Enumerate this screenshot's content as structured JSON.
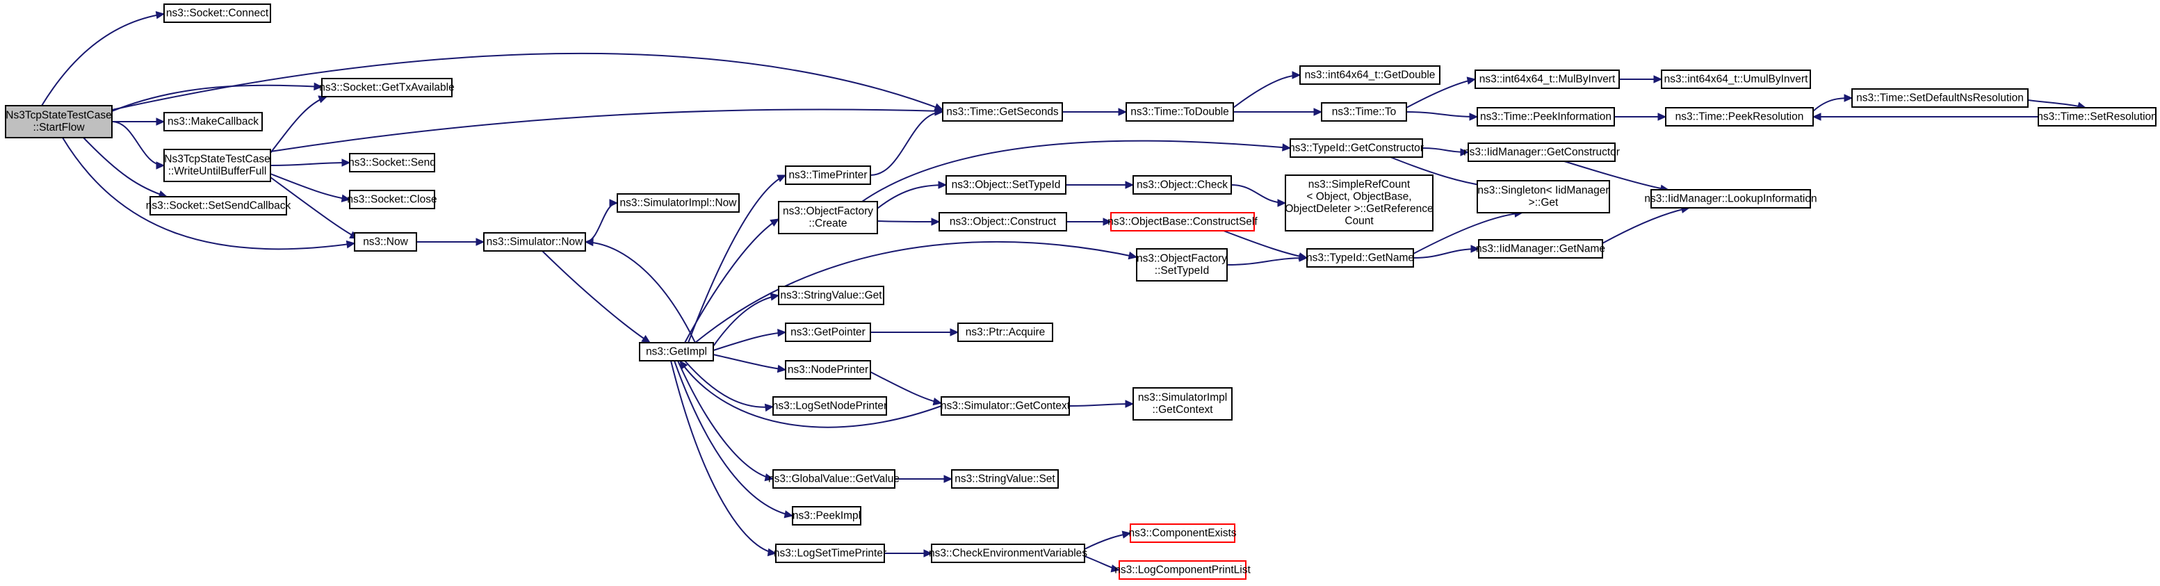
{
  "nodes": [
    {
      "id": "startflow",
      "lines": [
        "Ns3TcpStateTestCase",
        "::StartFlow"
      ],
      "style": "root"
    },
    {
      "id": "connect",
      "lines": [
        "ns3::Socket::Connect"
      ],
      "style": "normal"
    },
    {
      "id": "gettxavailable",
      "lines": [
        "ns3::Socket::GetTxAvailable"
      ],
      "style": "normal"
    },
    {
      "id": "makecallback",
      "lines": [
        "ns3::MakeCallback"
      ],
      "style": "normal"
    },
    {
      "id": "writeuntil",
      "lines": [
        "Ns3TcpStateTestCase",
        "::WriteUntilBufferFull"
      ],
      "style": "normal"
    },
    {
      "id": "send",
      "lines": [
        "ns3::Socket::Send"
      ],
      "style": "normal"
    },
    {
      "id": "close",
      "lines": [
        "ns3::Socket::Close"
      ],
      "style": "normal"
    },
    {
      "id": "setsendcallback",
      "lines": [
        "ns3::Socket::SetSendCallback"
      ],
      "style": "normal"
    },
    {
      "id": "now",
      "lines": [
        "ns3::Now"
      ],
      "style": "normal"
    },
    {
      "id": "simnow",
      "lines": [
        "ns3::Simulator::Now"
      ],
      "style": "normal"
    },
    {
      "id": "simimplnow",
      "lines": [
        "ns3::SimulatorImpl::Now"
      ],
      "style": "normal"
    },
    {
      "id": "getimpl",
      "lines": [
        "ns3::GetImpl"
      ],
      "style": "normal"
    },
    {
      "id": "timeprinter",
      "lines": [
        "ns3::TimePrinter"
      ],
      "style": "normal"
    },
    {
      "id": "ofcreate",
      "lines": [
        "ns3::ObjectFactory",
        "::Create"
      ],
      "style": "normal"
    },
    {
      "id": "stringget",
      "lines": [
        "ns3::StringValue::Get"
      ],
      "style": "normal"
    },
    {
      "id": "getpointer",
      "lines": [
        "ns3::GetPointer"
      ],
      "style": "normal"
    },
    {
      "id": "nodeprinter",
      "lines": [
        "ns3::NodePrinter"
      ],
      "style": "normal"
    },
    {
      "id": "logsetnodeprinter",
      "lines": [
        "ns3::LogSetNodePrinter"
      ],
      "style": "normal"
    },
    {
      "id": "gvgetvalue",
      "lines": [
        "ns3::GlobalValue::GetValue"
      ],
      "style": "normal"
    },
    {
      "id": "peekimpl",
      "lines": [
        "ns3::PeekImpl"
      ],
      "style": "normal"
    },
    {
      "id": "logsettimeprinter",
      "lines": [
        "ns3::LogSetTimePrinter"
      ],
      "style": "normal"
    },
    {
      "id": "gettseconds",
      "lines": [
        "ns3::Time::GetSeconds"
      ],
      "style": "normal"
    },
    {
      "id": "todouble",
      "lines": [
        "ns3::Time::ToDouble"
      ],
      "style": "normal"
    },
    {
      "id": "int64getdouble",
      "lines": [
        "ns3::int64x64_t::GetDouble"
      ],
      "style": "normal"
    },
    {
      "id": "timeto",
      "lines": [
        "ns3::Time::To"
      ],
      "style": "normal"
    },
    {
      "id": "mulbyinvert",
      "lines": [
        "ns3::int64x64_t::MulByInvert"
      ],
      "style": "normal"
    },
    {
      "id": "umulbyinvert",
      "lines": [
        "ns3::int64x64_t::UmulByInvert"
      ],
      "style": "normal"
    },
    {
      "id": "peekinfo",
      "lines": [
        "ns3::Time::PeekInformation"
      ],
      "style": "normal"
    },
    {
      "id": "peekres",
      "lines": [
        "ns3::Time::PeekResolution"
      ],
      "style": "normal"
    },
    {
      "id": "setdefaultns",
      "lines": [
        "ns3::Time::SetDefaultNsResolution"
      ],
      "style": "normal"
    },
    {
      "id": "setres",
      "lines": [
        "ns3::Time::SetResolution"
      ],
      "style": "normal"
    },
    {
      "id": "objsettypeid",
      "lines": [
        "ns3::Object::SetTypeId"
      ],
      "style": "normal"
    },
    {
      "id": "objcheck",
      "lines": [
        "ns3::Object::Check"
      ],
      "style": "normal"
    },
    {
      "id": "objconstruct",
      "lines": [
        "ns3::Object::Construct"
      ],
      "style": "normal"
    },
    {
      "id": "constructself",
      "lines": [
        "ns3::ObjectBase::ConstructSelf"
      ],
      "style": "red"
    },
    {
      "id": "ofsettypeid",
      "lines": [
        "ns3::ObjectFactory",
        "::SetTypeId"
      ],
      "style": "normal"
    },
    {
      "id": "getconstructor",
      "lines": [
        "ns3::TypeId::GetConstructor"
      ],
      "style": "normal"
    },
    {
      "id": "simplerefcount",
      "lines": [
        "ns3::SimpleRefCount",
        "< Object, ObjectBase,",
        "ObjectDeleter >::GetReference",
        "Count"
      ],
      "style": "normal"
    },
    {
      "id": "typeidgetname",
      "lines": [
        "ns3::TypeId::GetName"
      ],
      "style": "normal"
    },
    {
      "id": "iidgetconstructor",
      "lines": [
        "ns3::IidManager::GetConstructor"
      ],
      "style": "normal"
    },
    {
      "id": "singletonget",
      "lines": [
        "ns3::Singleton< IidManager",
        ">::Get"
      ],
      "style": "normal"
    },
    {
      "id": "iidgetname",
      "lines": [
        "ns3::IidManager::GetName"
      ],
      "style": "normal"
    },
    {
      "id": "lookupinfo",
      "lines": [
        "ns3::IidManager::LookupInformation"
      ],
      "style": "normal"
    },
    {
      "id": "ptracquire",
      "lines": [
        "ns3::Ptr::Acquire"
      ],
      "style": "normal"
    },
    {
      "id": "simgetcontext",
      "lines": [
        "ns3::Simulator::GetContext"
      ],
      "style": "normal"
    },
    {
      "id": "simimplgetcontext",
      "lines": [
        "ns3::SimulatorImpl",
        "::GetContext"
      ],
      "style": "normal"
    },
    {
      "id": "stringset",
      "lines": [
        "ns3::StringValue::Set"
      ],
      "style": "normal"
    },
    {
      "id": "checkenv",
      "lines": [
        "ns3::CheckEnvironmentVariables"
      ],
      "style": "normal"
    },
    {
      "id": "componentexists",
      "lines": [
        "ns3::ComponentExists"
      ],
      "style": "red"
    },
    {
      "id": "logcomponentprintlist",
      "lines": [
        "ns3::LogComponentPrintList"
      ],
      "style": "red"
    }
  ],
  "edges": [
    [
      "startflow",
      "connect"
    ],
    [
      "startflow",
      "gettxavailable"
    ],
    [
      "startflow",
      "makecallback"
    ],
    [
      "startflow",
      "writeuntil"
    ],
    [
      "startflow",
      "setsendcallback"
    ],
    [
      "startflow",
      "now"
    ],
    [
      "startflow",
      "gettseconds"
    ],
    [
      "writeuntil",
      "gettxavailable"
    ],
    [
      "writeuntil",
      "send"
    ],
    [
      "writeuntil",
      "close"
    ],
    [
      "writeuntil",
      "now"
    ],
    [
      "writeuntil",
      "gettseconds"
    ],
    [
      "now",
      "simnow"
    ],
    [
      "simnow",
      "simimplnow"
    ],
    [
      "simnow",
      "getimpl"
    ],
    [
      "getimpl",
      "simnow"
    ],
    [
      "getimpl",
      "timeprinter"
    ],
    [
      "getimpl",
      "ofcreate"
    ],
    [
      "getimpl",
      "stringget"
    ],
    [
      "getimpl",
      "getpointer"
    ],
    [
      "getimpl",
      "nodeprinter"
    ],
    [
      "getimpl",
      "logsetnodeprinter"
    ],
    [
      "getimpl",
      "gvgetvalue"
    ],
    [
      "getimpl",
      "peekimpl"
    ],
    [
      "getimpl",
      "logsettimeprinter"
    ],
    [
      "getimpl",
      "ofsettypeid"
    ],
    [
      "timeprinter",
      "gettseconds"
    ],
    [
      "ofcreate",
      "objsettypeid"
    ],
    [
      "ofcreate",
      "objconstruct"
    ],
    [
      "ofcreate",
      "getconstructor"
    ],
    [
      "objsettypeid",
      "objcheck"
    ],
    [
      "objcheck",
      "simplerefcount"
    ],
    [
      "objconstruct",
      "constructself"
    ],
    [
      "constructself",
      "typeidgetname"
    ],
    [
      "ofsettypeid",
      "typeidgetname"
    ],
    [
      "getconstructor",
      "iidgetconstructor"
    ],
    [
      "getconstructor",
      "singletonget"
    ],
    [
      "iidgetconstructor",
      "lookupinfo"
    ],
    [
      "typeidgetname",
      "singletonget"
    ],
    [
      "typeidgetname",
      "iidgetname"
    ],
    [
      "iidgetname",
      "lookupinfo"
    ],
    [
      "getpointer",
      "ptracquire"
    ],
    [
      "nodeprinter",
      "simgetcontext"
    ],
    [
      "simgetcontext",
      "getimpl"
    ],
    [
      "simgetcontext",
      "simimplgetcontext"
    ],
    [
      "gvgetvalue",
      "stringset"
    ],
    [
      "logsettimeprinter",
      "checkenv"
    ],
    [
      "checkenv",
      "componentexists"
    ],
    [
      "checkenv",
      "logcomponentprintlist"
    ],
    [
      "gettseconds",
      "todouble"
    ],
    [
      "todouble",
      "int64getdouble"
    ],
    [
      "todouble",
      "timeto"
    ],
    [
      "timeto",
      "mulbyinvert"
    ],
    [
      "timeto",
      "peekinfo"
    ],
    [
      "mulbyinvert",
      "umulbyinvert"
    ],
    [
      "peekinfo",
      "peekres"
    ],
    [
      "peekres",
      "setdefaultns"
    ],
    [
      "setdefaultns",
      "setres"
    ],
    [
      "setres",
      "peekres"
    ]
  ]
}
